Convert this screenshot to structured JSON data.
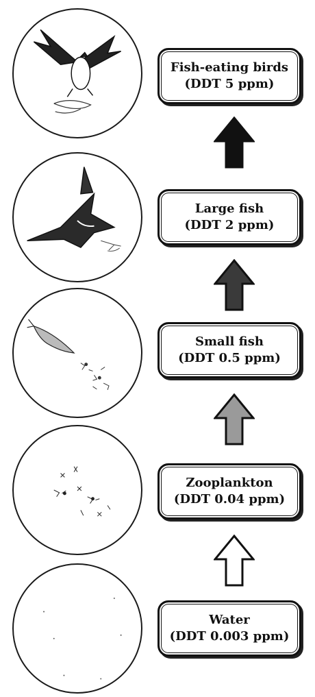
{
  "levels": [
    {
      "name": "Fish-eating birds",
      "ddt": "(DDT 5 ppm)",
      "icon": "osprey-icon"
    },
    {
      "name": "Large fish",
      "ddt": "(DDT 2 ppm)",
      "icon": "shark-icon"
    },
    {
      "name": "Small fish",
      "ddt": "(DDT 0.5 ppm)",
      "icon": "small-fish-icon"
    },
    {
      "name": "Zooplankton",
      "ddt": "(DDT 0.04 ppm)",
      "icon": "zooplankton-icon"
    },
    {
      "name": "Water",
      "ddt": "(DDT 0.003 ppm)",
      "icon": "water-icon"
    }
  ],
  "arrow_fills": [
    "#111111",
    "#3a3a3a",
    "#9a9a9a",
    "#ffffff"
  ]
}
